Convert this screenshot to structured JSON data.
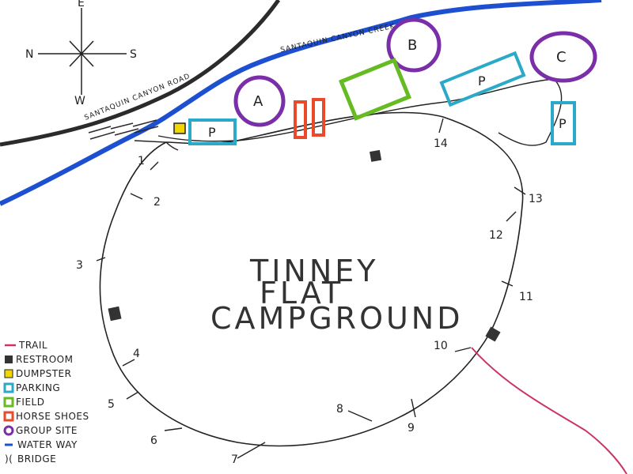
{
  "title": {
    "line1": "TINNEY",
    "line2": "FLAT",
    "line3": "CAMPGROUND"
  },
  "compass": {
    "north": "N",
    "south": "S",
    "east": "E",
    "west": "W"
  },
  "roads": {
    "road": "SANTAQUIN CANYON ROAD",
    "creek": "SANTAQUIN CANYON CREEK"
  },
  "group_sites": [
    "A",
    "B",
    "C"
  ],
  "parking_label": "P",
  "campsites": [
    "1",
    "2",
    "3",
    "4",
    "5",
    "6",
    "7",
    "8",
    "9",
    "10",
    "11",
    "12",
    "13",
    "14"
  ],
  "legend": [
    {
      "label": "TRAIL",
      "color": "#cc3366"
    },
    {
      "label": "RESTROOM",
      "color": "#333333"
    },
    {
      "label": "DUMPSTER",
      "color": "#f2d600"
    },
    {
      "label": "PARKING",
      "color": "#2aa9c9"
    },
    {
      "label": "FIELD",
      "color": "#66bb22"
    },
    {
      "label": "HORSE SHOES",
      "color": "#e84a2a"
    },
    {
      "label": "GROUP SITE",
      "color": "#7a2fa8"
    },
    {
      "label": "WATER WAY",
      "color": "#1d4fd1"
    },
    {
      "label": "BRIDGE",
      "symbol": ")("
    }
  ],
  "colors": {
    "road": "#2b2b2b",
    "water": "#1d4fd1",
    "trail": "#cc3366",
    "group_site": "#7a2fa8",
    "parking": "#2aa9c9",
    "field": "#66bb22",
    "horseshoe": "#e84a2a",
    "dumpster": "#f2d600",
    "restroom": "#333333"
  }
}
